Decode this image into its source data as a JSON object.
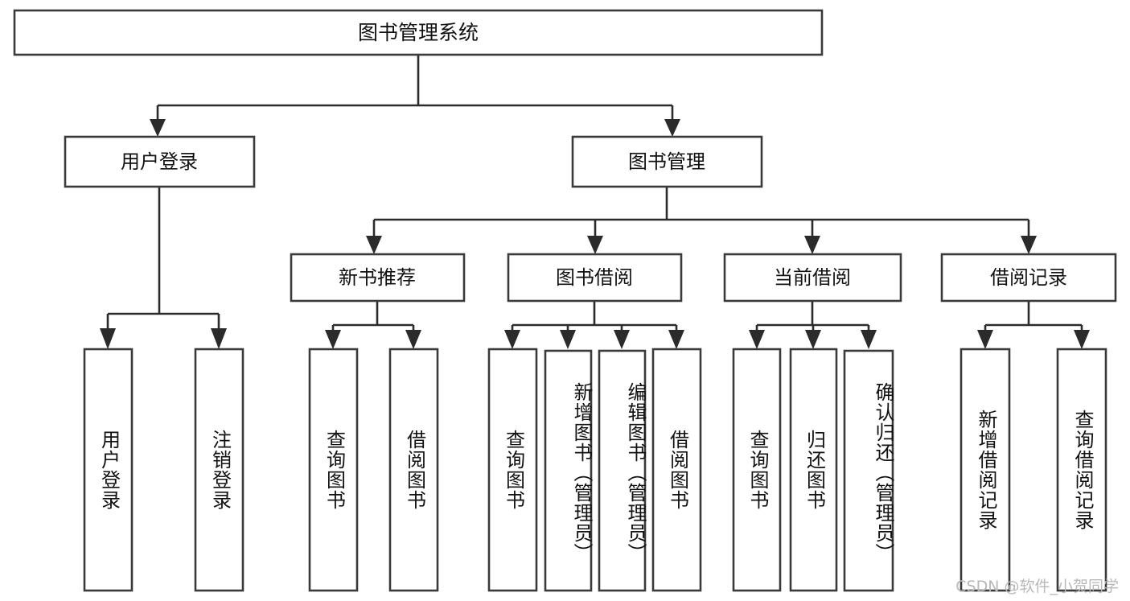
{
  "diagram": {
    "title": "图书管理系统",
    "type": "tree-hierarchy-chart",
    "root": {
      "label": "图书管理系统"
    },
    "level2": [
      {
        "label": "用户登录"
      },
      {
        "label": "图书管理"
      }
    ],
    "level3": [
      {
        "label": "新书推荐",
        "parent": "图书管理"
      },
      {
        "label": "图书借阅",
        "parent": "图书管理"
      },
      {
        "label": "当前借阅",
        "parent": "图书管理"
      },
      {
        "label": "借阅记录",
        "parent": "图书管理"
      }
    ],
    "leaves": {
      "user_login": [
        {
          "label": "用户登录"
        },
        {
          "label": "注销登录"
        }
      ],
      "new_book_recommend": [
        {
          "label": "查询图书"
        },
        {
          "label": "借阅图书"
        }
      ],
      "book_borrow": [
        {
          "label": "查询图书"
        },
        {
          "label": "新增图书（管理员）"
        },
        {
          "label": "编辑图书（管理员）"
        },
        {
          "label": "借阅图书"
        }
      ],
      "current_borrow": [
        {
          "label": "查询图书"
        },
        {
          "label": "归还图书"
        },
        {
          "label": "确认归还（管理员）"
        }
      ],
      "borrow_record": [
        {
          "label": "新增借阅记录"
        },
        {
          "label": "查询借阅记录"
        }
      ]
    },
    "watermark": "CSDN @软件_小贺同学",
    "colors": {
      "background": "#ffffff",
      "box_fill": "#ffffff",
      "box_stroke": "#3a3a3a",
      "connector": "#2b2b2b",
      "text": "#111111",
      "watermark": "#b8b8b8"
    }
  }
}
